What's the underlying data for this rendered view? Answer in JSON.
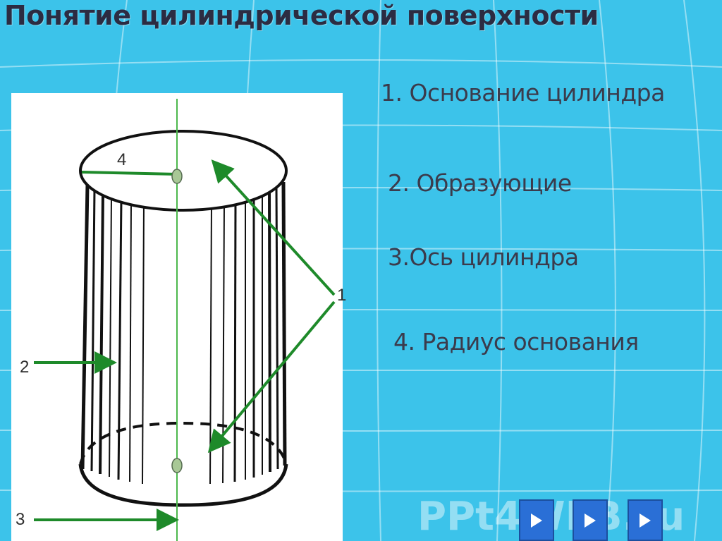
{
  "slide": {
    "title": "Понятие цилиндрической поверхности"
  },
  "legend": {
    "items": [
      "1. Основание цилиндра",
      "2. Образующие",
      "3.Ось цилиндра",
      "4. Радиус основания"
    ]
  },
  "diagram": {
    "labels": {
      "base": "1",
      "generatrix": "2",
      "axis": "3",
      "radius": "4"
    }
  },
  "watermark": {
    "text": "PPt4WEB.ru"
  },
  "nav": {
    "icons": [
      "play-icon",
      "play-icon",
      "play-icon"
    ]
  },
  "colors": {
    "background": "#3cc3ea",
    "title": "#2c2c42",
    "legend_text": "#3b3b4c",
    "axis_line": "#4cb84c",
    "arrow": "#1e8a2a",
    "nav_button": "#2a6fd6"
  }
}
